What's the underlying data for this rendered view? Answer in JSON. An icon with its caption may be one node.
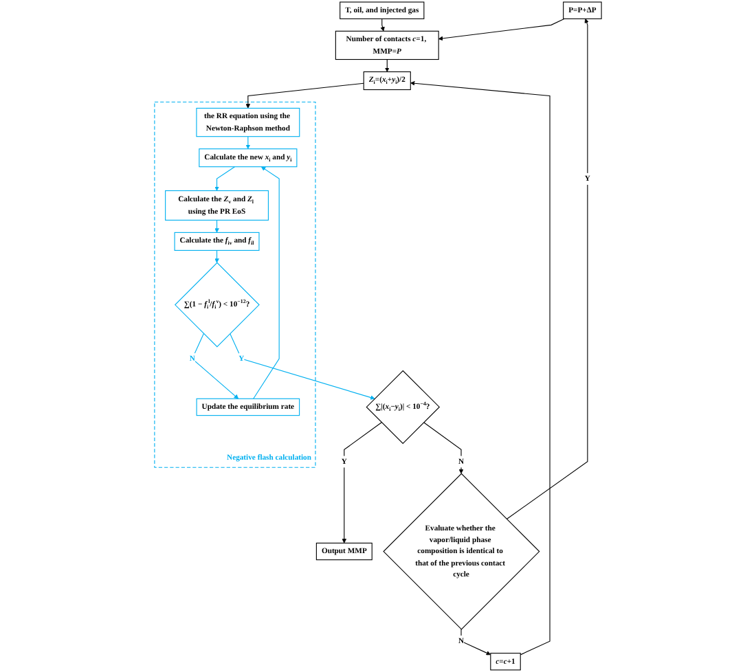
{
  "diagram": {
    "nodes": [
      {
        "text": [
          "T, oil, and injected gas"
        ]
      },
      {
        "text": [
          "P=P+ΔP"
        ]
      },
      {
        "text": [
          "Number of contacts *c*=1, MMP=*P*"
        ]
      },
      {
        "text": [
          "*Z*$_{i}$=(*x*$_{i}$+*y*$_{i}$)/2"
        ]
      },
      {
        "text": [
          "Negative flash calculation"
        ]
      },
      {
        "text": [
          "the RR equation using the Newton-Raphson method"
        ],
        "in": 4
      },
      {
        "text": [
          "Calculate the new *x*$_{i}$ and *y*$_{i}$"
        ],
        "in": 4
      },
      {
        "text": [
          "Calculate the *Z*$_{v}$ and *Z*$_{l}$ using the PR EoS"
        ],
        "in": 4
      },
      {
        "text": [
          "Calculate the *f*$_{iv}$ and *f*$_{il}$"
        ],
        "in": 4
      },
      {
        "text": [
          "Update the equilibrium rate"
        ],
        "in": 4
      },
      {
        "text": [
          "∑(1 − *f*$_{i}$$^{l}$/*f*$_{i}$$^{v}$) < 10$^{−12}$?"
        ],
        "in": 4
      },
      {
        "text": [
          "*c*=*c*+1"
        ]
      },
      {
        "text": [
          "Evaluate whether the vapor/liquid phase composition is identical to that of the previous contact cycle"
        ]
      },
      {
        "text": [
          "∑|(*x*$_{i}$−*y*$_{i}$)| < 10$^{−4}$?"
        ]
      },
      {
        "text": [
          "Output MMP"
        ]
      }
    ],
    "edges": [
      {
        "from": 0,
        "to": 2,
        "arrow": "to"
      },
      {
        "from": 1,
        "to": 2,
        "arrow": "to"
      },
      {
        "from": 2,
        "to": 3,
        "arrow": "to"
      },
      {
        "from": 3,
        "to": 5,
        "arrow": "to"
      },
      {
        "from": 5,
        "to": 6,
        "arrow": "to",
        "color": "#00b0f0"
      },
      {
        "from": 6,
        "to": 7,
        "arrow": "to",
        "color": "#00b0f0"
      },
      {
        "from": 7,
        "to": 8,
        "arrow": "to",
        "color": "#00b0f0"
      },
      {
        "from": 8,
        "to": 10,
        "arrow": "to",
        "color": "#00b0f0"
      },
      {
        "from": 10,
        "to": 9,
        "arrow": "to",
        "label": "N",
        "color": "#00b0f0"
      },
      {
        "from": 9,
        "to": 6,
        "arrow": "to",
        "color": "#00b0f0"
      },
      {
        "from": 10,
        "to": 13,
        "arrow": "to",
        "label": "Y",
        "color": "#00b0f0"
      },
      {
        "from": 13,
        "to": 14,
        "arrow": "to",
        "label": "Y"
      },
      {
        "from": 13,
        "to": 12,
        "arrow": "to",
        "label": "N"
      },
      {
        "from": 12,
        "to": 11,
        "arrow": "to",
        "label": "N"
      },
      {
        "from": 11,
        "to": 3,
        "arrow": "to"
      },
      {
        "from": 12,
        "to": 1,
        "arrow": "to",
        "label": "Y"
      }
    ]
  }
}
